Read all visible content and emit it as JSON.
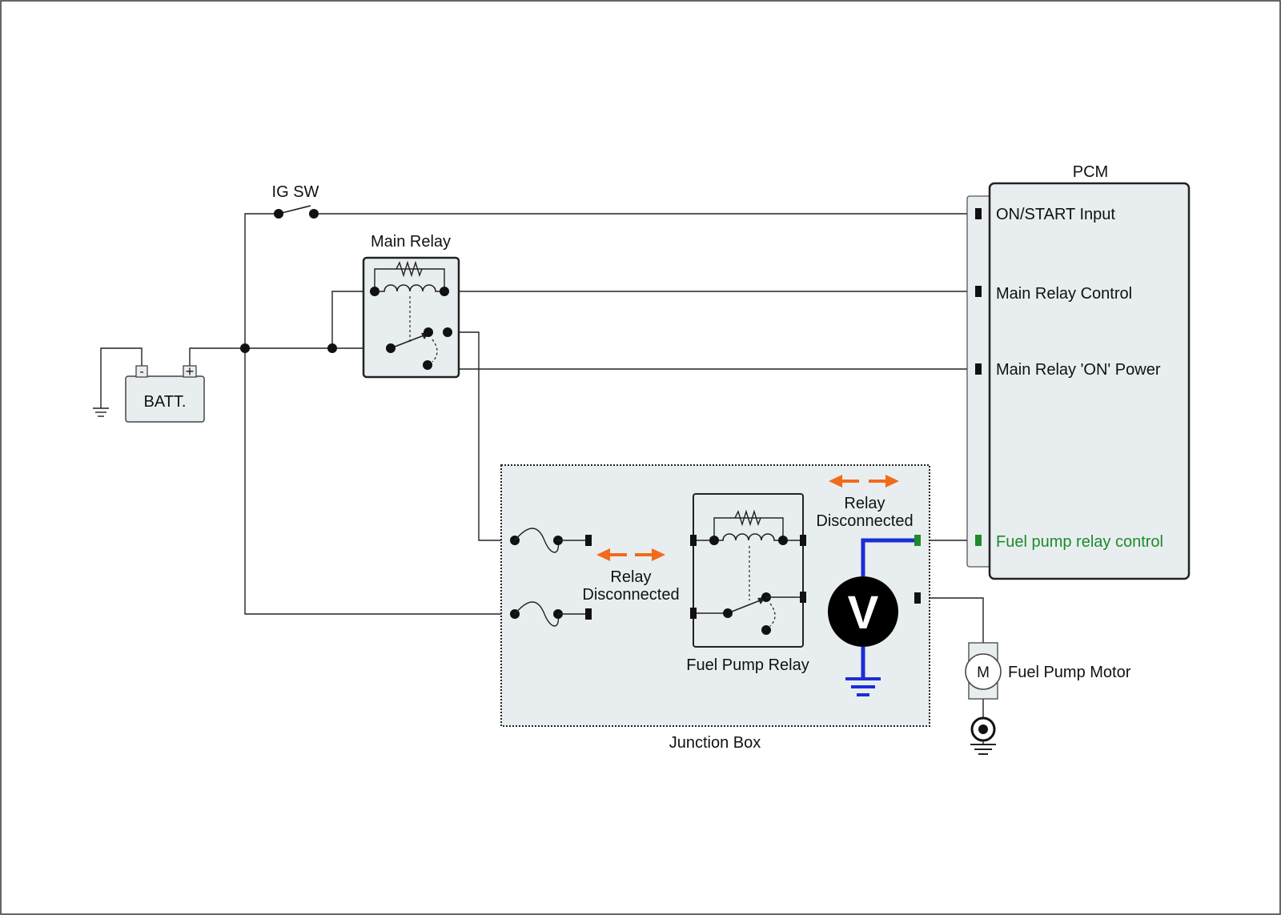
{
  "labels": {
    "ig_sw": "IG SW",
    "main_relay": "Main Relay",
    "battery": "BATT.",
    "battery_minus": "-",
    "battery_plus": "+",
    "pcm": "PCM",
    "junction_box": "Junction Box",
    "fuel_pump_relay": "Fuel Pump Relay",
    "fuel_pump_motor": "Fuel Pump Motor",
    "motor_symbol": "M",
    "voltmeter_symbol": "V"
  },
  "pcm_pins": {
    "on_start_input": "ON/START Input",
    "main_relay_control": "Main Relay Control",
    "main_relay_on_power": "Main Relay 'ON' Power",
    "fuel_pump_relay_control": "Fuel pump relay control"
  },
  "annotations": {
    "relay_left_line1": "Relay",
    "relay_left_line2": "Disconnected",
    "relay_right_line1": "Relay",
    "relay_right_line2": "Disconnected"
  },
  "colors": {
    "highlight_green": "#1e8a2a",
    "arrow_orange": "#f26a1b",
    "probe_blue": "#1a2fd6",
    "box_fill": "#e8eef0"
  }
}
